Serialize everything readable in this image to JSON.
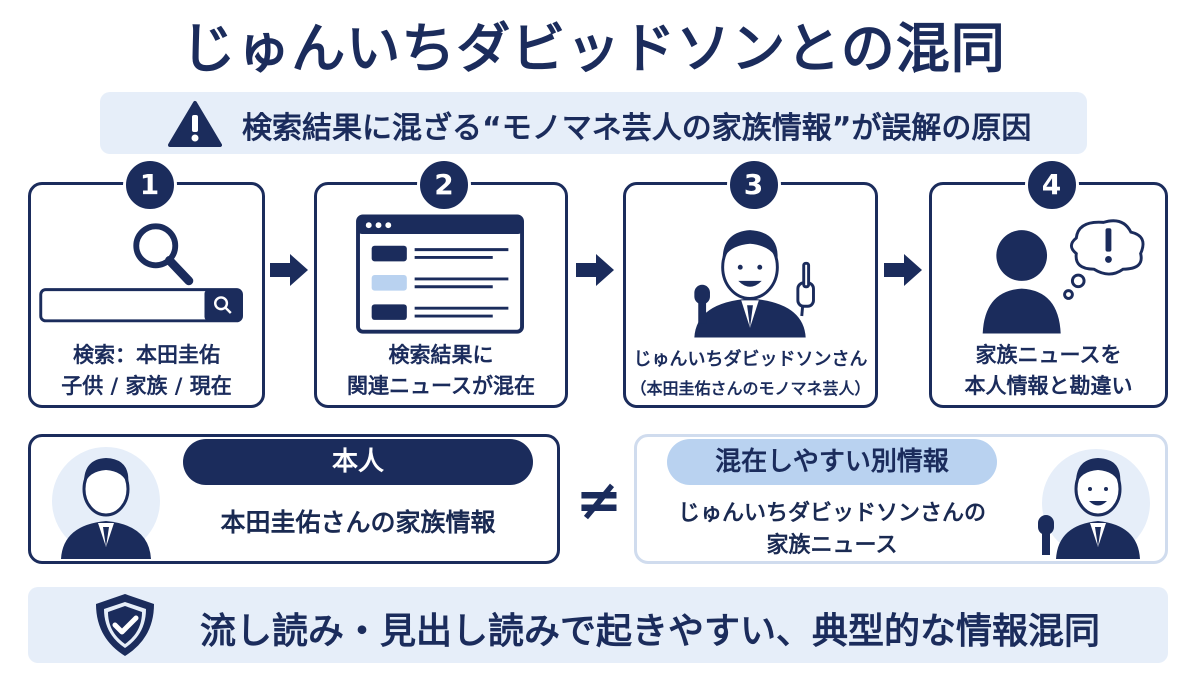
{
  "title": "じゅんいちダビッドソンとの混同",
  "warning": {
    "icon": "warning-icon",
    "text": "検索結果に混ざる“モノマネ芸人の家族情報”が誤解の原因"
  },
  "steps": [
    {
      "number": "1",
      "icon": "search-icon",
      "line1": "検索：本田圭佑",
      "line2": "子供 / 家族 / 現在"
    },
    {
      "number": "2",
      "icon": "browser-results-icon",
      "line1": "検索結果に",
      "line2": "関連ニュースが混在"
    },
    {
      "number": "3",
      "icon": "comedian-with-microphone-icon",
      "line1": "じゅんいちダビッドソンさん",
      "line2": "（本田圭佑さんのモノマネ芸人）"
    },
    {
      "number": "4",
      "icon": "confused-person-icon",
      "line1": "家族ニュースを",
      "line2": "本人情報と勘違い"
    }
  ],
  "compare": {
    "left": {
      "header": "本人",
      "text": "本田圭佑さんの家族情報"
    },
    "symbol": "≠",
    "right": {
      "header": "混在しやすい別情報",
      "line1": "じゅんいちダビッドソンさんの",
      "line2": "家族ニュース"
    }
  },
  "bottom": {
    "icon": "shield-check-icon",
    "text": "流し読み・見出し読みで起きやすい、典型的な情報混同"
  },
  "colors": {
    "navy": "#1b2c5c",
    "light_blue": "#e6eef9",
    "accent_blue": "#b9d2f0"
  }
}
